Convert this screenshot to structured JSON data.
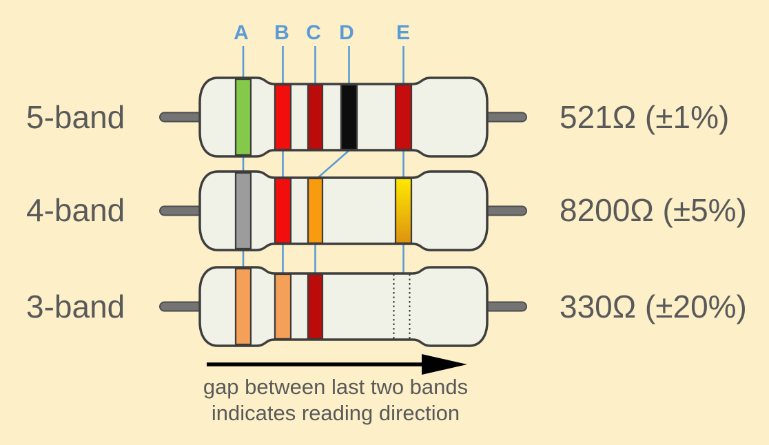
{
  "title": "resistor band reading diagram",
  "band_position_labels": [
    "A",
    "B",
    "C",
    "D",
    "E"
  ],
  "resistors": [
    {
      "label": "5-band",
      "value": "521Ω (±1%)",
      "bands": [
        {
          "name": "green",
          "hex": "#84C94A"
        },
        {
          "name": "red",
          "hex": "#F30E0E"
        },
        {
          "name": "brown",
          "hex": "#BC0B0B"
        },
        {
          "name": "black",
          "hex": "#0D0D0D"
        },
        {
          "name": "brown",
          "hex": "#C50D0D"
        }
      ]
    },
    {
      "label": "4-band",
      "value": "8200Ω (±5%)",
      "bands": [
        {
          "name": "gray",
          "hex": "#9C9C9C"
        },
        {
          "name": "red",
          "hex": "#F30E0E"
        },
        {
          "name": "orange",
          "hex": "#F89B0F"
        },
        {
          "name": "gold",
          "hex_top": "#FFE900",
          "hex_bottom": "#DD930F"
        }
      ]
    },
    {
      "label": "3-band",
      "value": "330Ω (±20%)",
      "bands": [
        {
          "name": "light-orange",
          "hex": "#F5A058"
        },
        {
          "name": "light-orange",
          "hex": "#F5A058"
        },
        {
          "name": "brown",
          "hex": "#BC0B0B"
        }
      ],
      "missing_band_note": "dashed outline marks absent tolerance band"
    }
  ],
  "caption": {
    "line1": "gap between last two bands",
    "line2": "indicates reading direction"
  },
  "colors": {
    "background": "#FDF0C9",
    "body_fill": "#F1F2E7",
    "outline": "#3E3E3E",
    "band_stroke": "#3B3B3B",
    "lead_fill": "#747474",
    "lead_stroke": "#4D4D4D",
    "connector_blue": "#5B9BD5",
    "text_gray": "#595959",
    "arrow_black": "#000000",
    "dashed_band_stroke": "#333333"
  }
}
